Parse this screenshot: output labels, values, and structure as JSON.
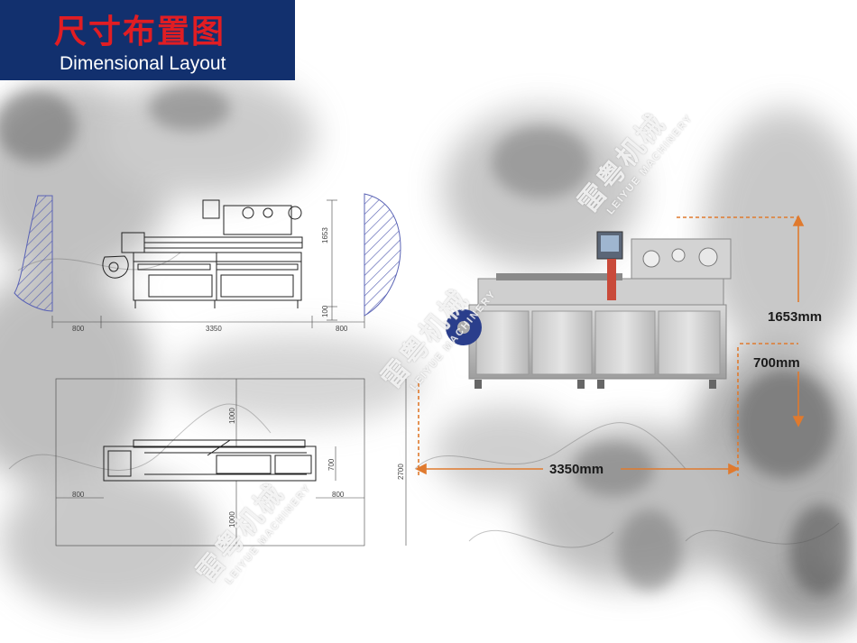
{
  "header": {
    "title_cn": "尺寸布置图",
    "title_en": "Dimensional Layout",
    "background_color": "#12306e",
    "title_cn_color": "#e11d23"
  },
  "photo_dimensions": {
    "height_total": "1653mm",
    "height_base": "700mm",
    "length": "3350mm",
    "arrow_color": "#e07a2e"
  },
  "side_view_drawing": {
    "left_clearance": "800",
    "length": "3350",
    "right_clearance": "800",
    "height": "1653",
    "base_height": "100"
  },
  "top_view_drawing": {
    "top_clearance": "1000",
    "bottom_clearance": "1000",
    "width": "700",
    "total_width": "2700",
    "left_clearance": "800",
    "right_clearance": "800"
  },
  "watermarks": {
    "brand_cn": "雷粤机械",
    "brand_en": "LEIYUE MACHINERY"
  }
}
